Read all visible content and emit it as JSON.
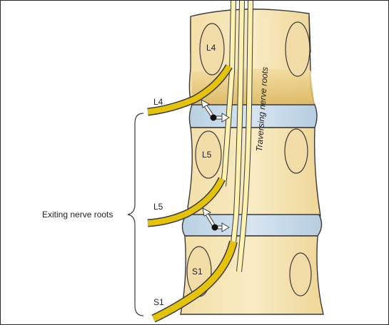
{
  "diagram": {
    "vertebrae": [
      {
        "id": "l4",
        "label": "L4"
      },
      {
        "id": "l5",
        "label": "L5"
      },
      {
        "id": "s1",
        "label": "S1"
      }
    ],
    "exiting_roots": [
      {
        "id": "l4",
        "label": "L4"
      },
      {
        "id": "l5",
        "label": "L5"
      },
      {
        "id": "s1",
        "label": "S1"
      }
    ],
    "bracket_label": "Exiting nerve roots",
    "traversing_label": "Traversing nerve roots",
    "colors": {
      "bone": "#f5e3b2",
      "bone_shadow": "#dcc481",
      "bone_outline": "#3a3a3a",
      "disc": "#c9dcea",
      "disc_dark": "#a9c2d6",
      "nerve": "#e5c30b",
      "nerve_dark": "#b79a00",
      "nerve_pale": "#fff5b8",
      "arrow": "#ffffff",
      "dot": "#111111"
    }
  }
}
